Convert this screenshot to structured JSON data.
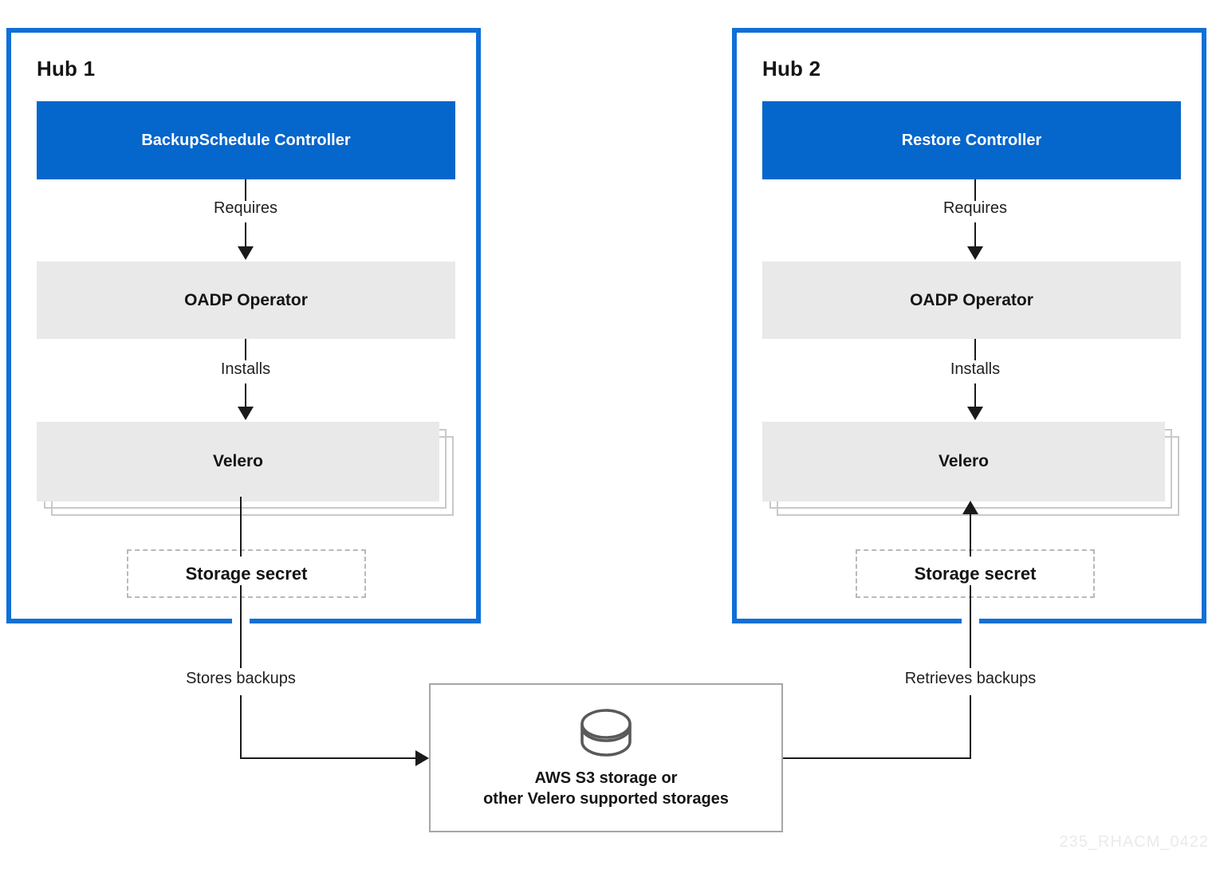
{
  "colors": {
    "blue": "#0566CB",
    "hub_border": "#1070D6",
    "box_gray": "#E9E9E9",
    "text": "#151515",
    "line": "#1A1A1A",
    "stack_outline": "#C9C9C9",
    "dashed_border": "#B9B9B9",
    "storage_border": "#A6A6A6",
    "watermark": "#EAEAEA"
  },
  "hub1": {
    "title": "Hub 1",
    "controller_label": "BackupSchedule Controller",
    "requires_label": "Requires",
    "oadp_label": "OADP Operator",
    "installs_label": "Installs",
    "velero_label": "Velero",
    "storage_secret_label": "Storage secret",
    "flow_label": "Stores backups"
  },
  "hub2": {
    "title": "Hub 2",
    "controller_label": "Restore Controller",
    "requires_label": "Requires",
    "oadp_label": "OADP Operator",
    "installs_label": "Installs",
    "velero_label": "Velero",
    "storage_secret_label": "Storage secret",
    "flow_label": "Retrieves backups"
  },
  "storage": {
    "label_line1": "AWS S3 storage or",
    "label_line2": "other Velero supported storages",
    "icon": "database-icon"
  },
  "watermark_text": "235_RHACM_0422"
}
